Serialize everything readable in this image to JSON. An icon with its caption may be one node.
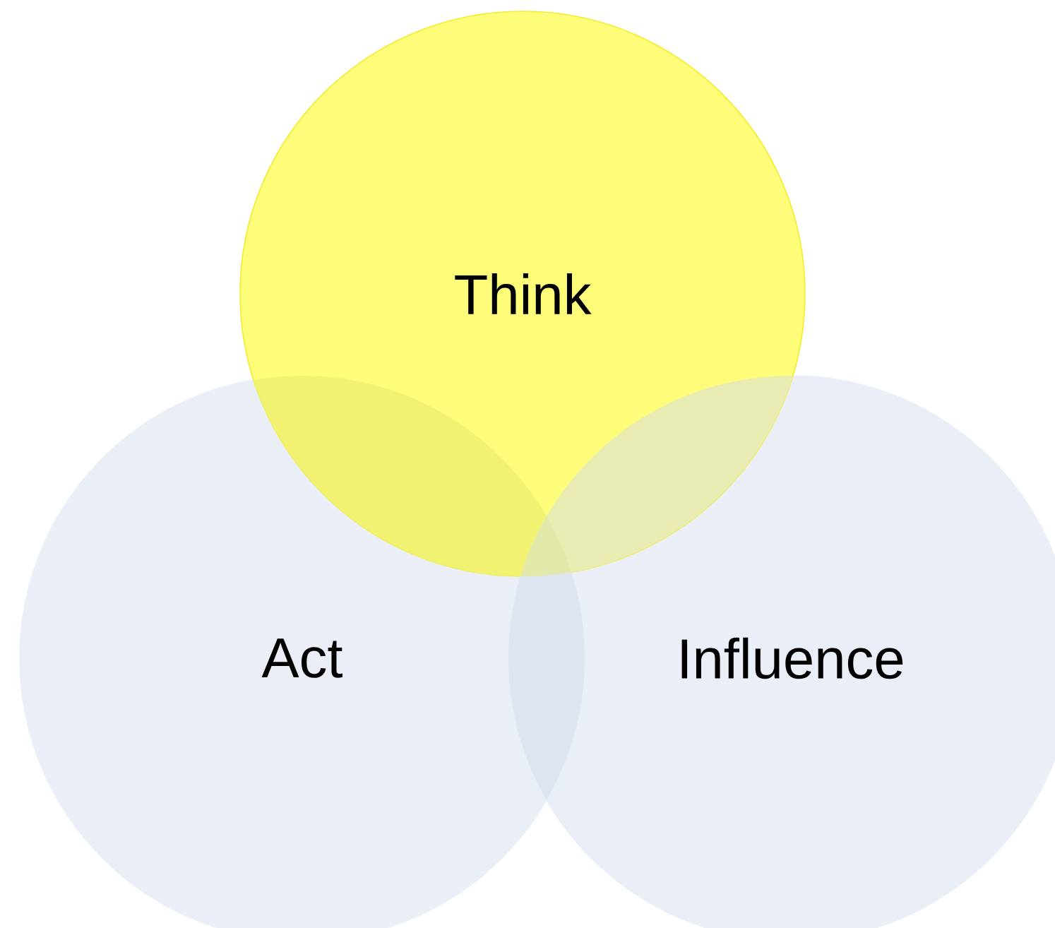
{
  "diagram": {
    "nodes": [
      {
        "text": [
          "Think"
        ]
      },
      {
        "text": [
          "Act"
        ]
      },
      {
        "text": [
          "Influence"
        ]
      }
    ]
  }
}
